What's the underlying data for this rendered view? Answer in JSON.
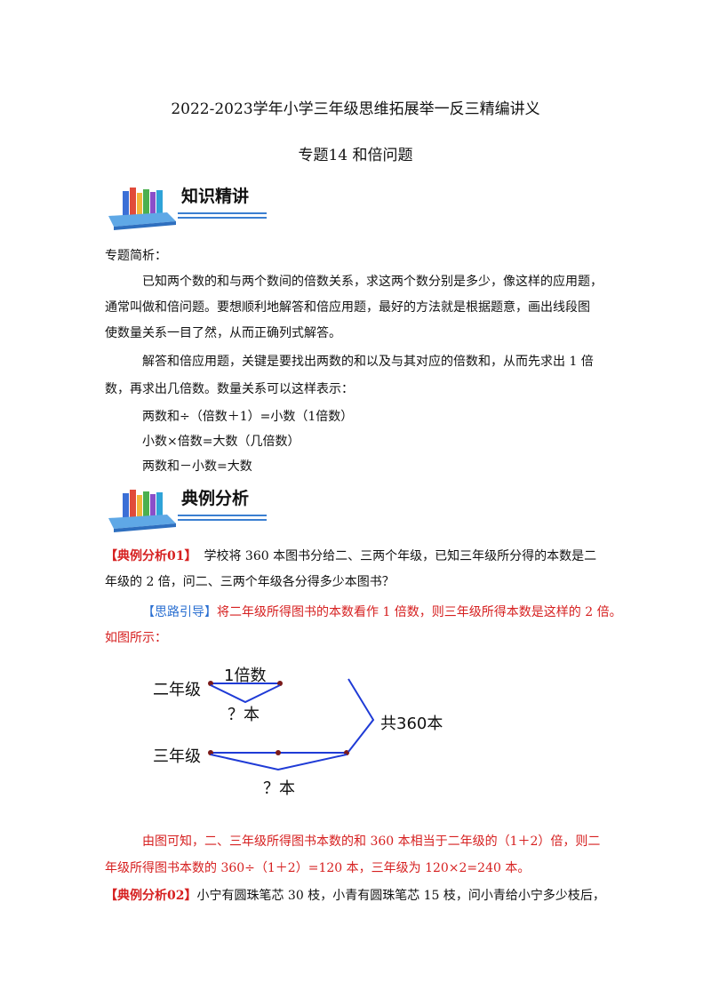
{
  "doc": {
    "title": "2022-2023学年小学三年级思维拓展举一反三精编讲义",
    "subtitle": "专题14 和倍问题"
  },
  "sections": {
    "knowledge": "知识精讲",
    "examples": "典例分析"
  },
  "intro": {
    "heading": "专题简析：",
    "para1_line1": "已知两个数的和与两个数间的倍数关系，求这两个数分别是多少，像这样的应用题，",
    "para1_line2": "通常叫做和倍问题。要想顺利地解答和倍应用题，最好的方法就是根据题意，画出线段图",
    "para1_line3": "使数量关系一目了然，从而正确列式解答。",
    "para2_line1": "解答和倍应用题，关键是要找出两数的和以及与其对应的倍数和，从而先求出 1 倍",
    "para2_line2": "数，再求出几倍数。数量关系可以这样表示：",
    "formula1": "两数和÷（倍数＋1）=小数（1倍数）",
    "formula2": "小数×倍数=大数（几倍数）",
    "formula3": "两数和－小数=大数"
  },
  "example1": {
    "tag": "【典例分析01】",
    "q_line1": "学校将 360 本图书分给二、三两个年级，已知三年级所分得的本数是二",
    "q_line2": "年级的 2 倍，问二、三两个年级各分得多少本图书？",
    "hint_tag": "【思路引导】",
    "hint_line1": "将二年级所得图书的本数看作 1 倍数，则三年级所得本数是这样的 2 倍。",
    "hint_line2": "如图所示：",
    "ans_line1": "由图可知，二、三年级所得图书本数的和 360 本相当于二年级的（1＋2）倍，则二",
    "ans_line2": "年级所得图书本数的 360÷（1＋2）=120 本，三年级为 120×2=240 本。"
  },
  "diagram": {
    "grade2": "二年级",
    "grade3": "三年级",
    "one_times": "1倍数",
    "q_books_2": "？本",
    "q_books_3": "？本",
    "total": "共360本"
  },
  "example2": {
    "tag": "【典例分析02】",
    "q_line1": "小宁有圆珠笔芯 30 枝，小青有圆珠笔芯 15 枝，问小青给小宁多少枝后，"
  }
}
